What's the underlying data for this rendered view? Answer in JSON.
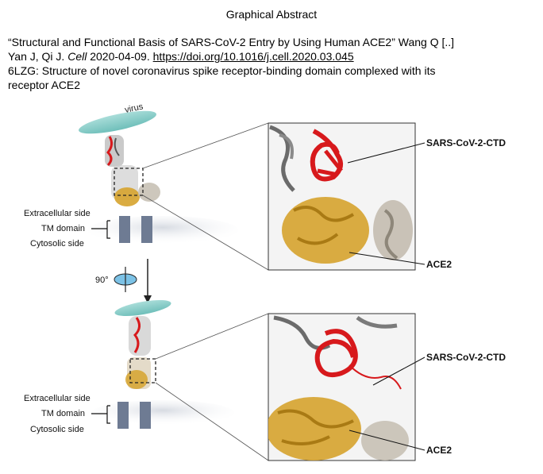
{
  "heading": "Graphical Abstract",
  "citation": {
    "line1": "“Structural and Functional Basis of SARS-CoV-2 Entry by Using Human ACE2” Wang Q [..]",
    "line2_prefix": "Yan J, Qi J. ",
    "journal": "Cell",
    "date": " 2020-04-09. ",
    "doi_link": "https://doi.org/10.1016/j.cell.2020.03.045",
    "line3": "6LZG: Structure of novel coronavirus spike receptor-binding domain complexed with its",
    "line4": "receptor ACE2"
  },
  "figure": {
    "virus_label": "virus",
    "rotation_label": "90°",
    "top_panel": {
      "extracellular": "Extracellular side",
      "tm_domain": "TM domain",
      "cytosolic": "Cytosolic side",
      "callout_spike": "SARS-CoV-2-CTD",
      "callout_receptor": "ACE2"
    },
    "bottom_panel": {
      "extracellular": "Extracellular side",
      "tm_domain": "TM domain",
      "cytosolic": "Cytosolic side",
      "callout_spike": "SARS-CoV-2-CTD",
      "callout_receptor": "ACE2"
    },
    "colors": {
      "spike_red": "#d7191c",
      "ace2_gold": "#d6a32e",
      "partner_gray": "#9a9a9a",
      "virus_teal": "#8ccfca",
      "membrane_gray": "#c9ced6"
    }
  }
}
